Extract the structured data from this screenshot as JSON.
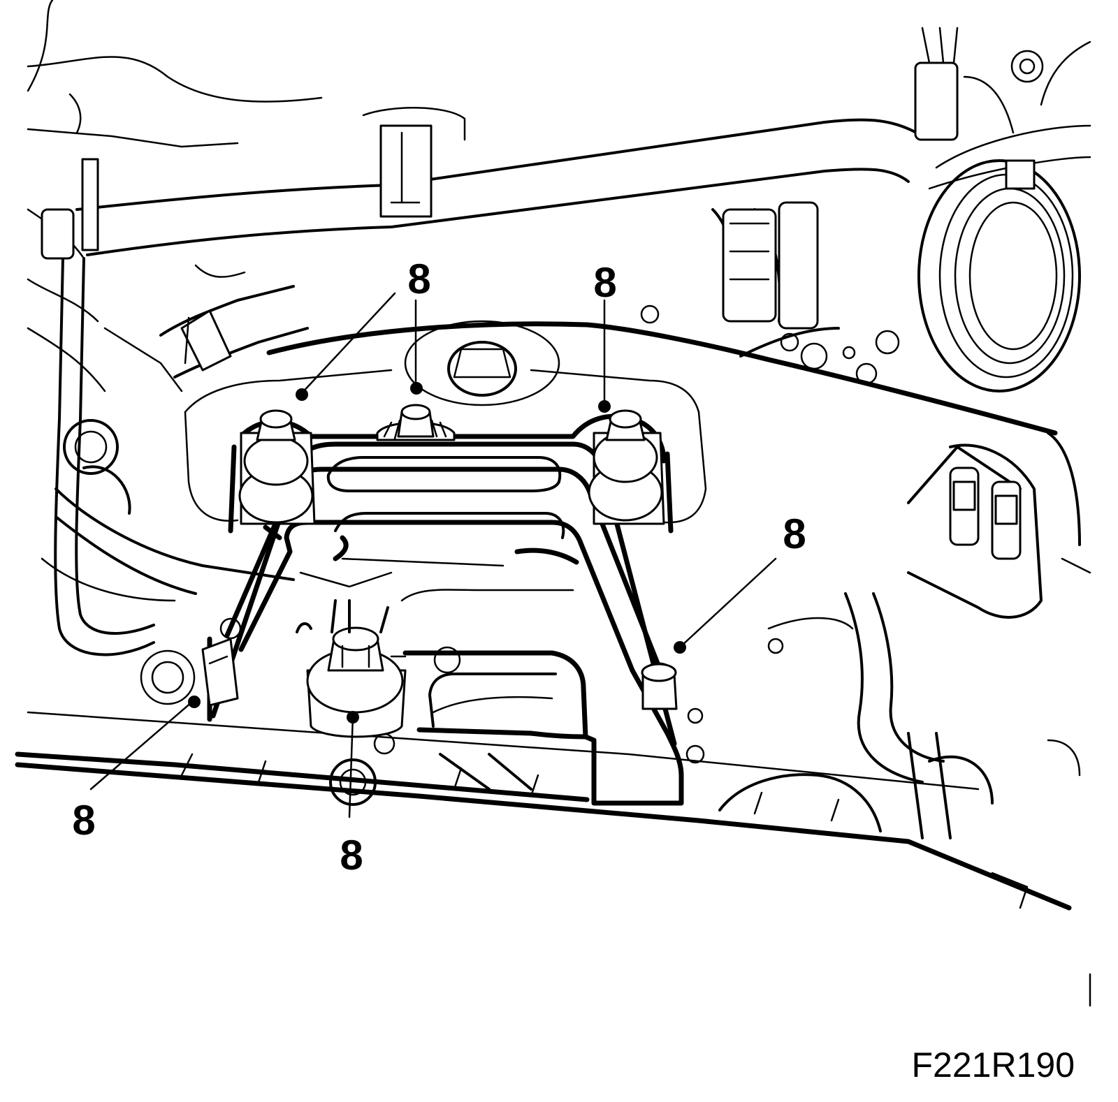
{
  "figure_id": "F221R190",
  "callouts": [
    {
      "label": "8",
      "target": "left-bracket-bolt"
    },
    {
      "label": "8",
      "target": "top-left-bolt"
    },
    {
      "label": "8",
      "target": "top-center-bolt"
    },
    {
      "label": "8",
      "target": "top-right-bolt"
    },
    {
      "label": "8",
      "target": "right-bracket-bolt"
    },
    {
      "label": "8",
      "target": "bottom-center-bolt"
    }
  ]
}
